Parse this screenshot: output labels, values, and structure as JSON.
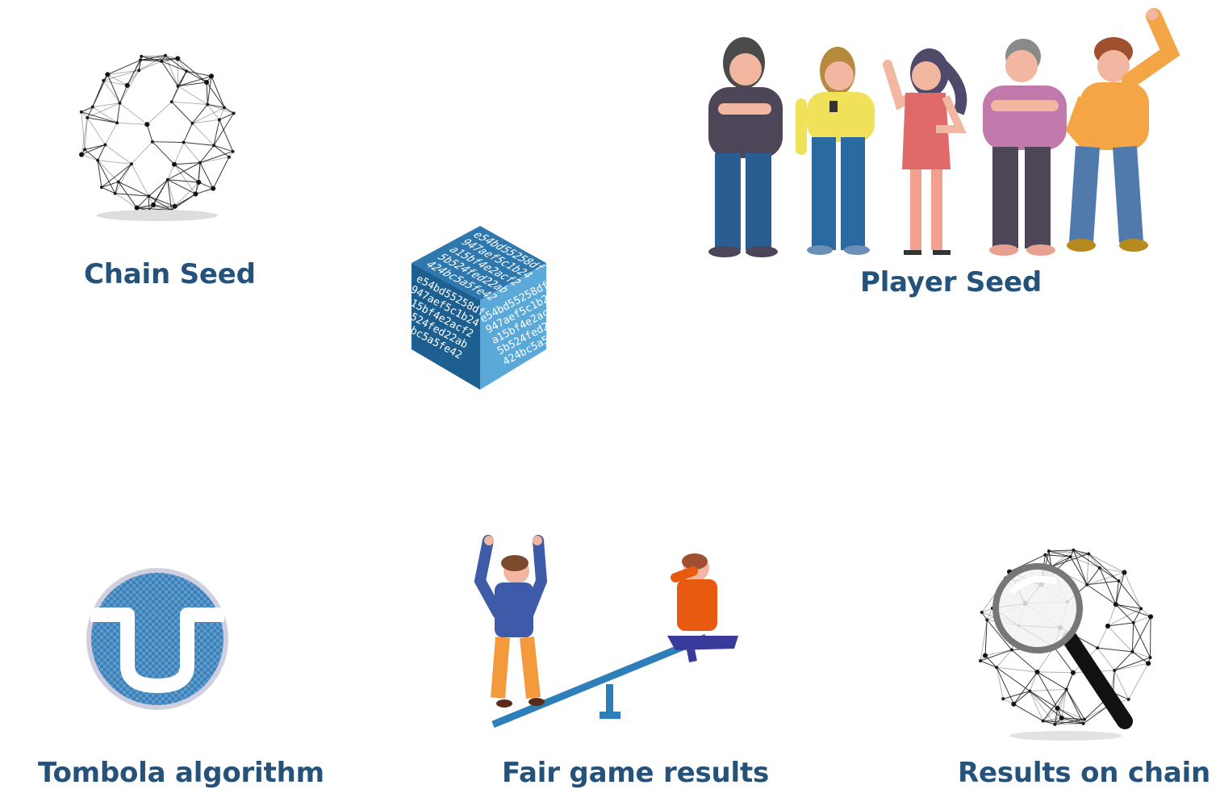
{
  "colors": {
    "label": "#24527a",
    "cube_dark": "#1e5f91",
    "cube_light": "#5aa9d9",
    "cube_top": "#2f78ad",
    "seesaw": "#2c7fb8"
  },
  "labels": {
    "chain_seed": "Chain Seed",
    "player_seed": "Player Seed",
    "tombola_algorithm": "Tombola algorithm",
    "fair_game_results": "Fair game results",
    "results_on_chain": "Results on chain"
  },
  "cube": {
    "hash_lines": [
      "e54bd55258df",
      "947aef5c1b24",
      "a15bf4e2acf2",
      "5b524fed22ab",
      "424bc5a5fe42"
    ]
  },
  "icons": {
    "chain_seed": "network-sphere-icon",
    "cube": "hash-cube-icon",
    "players": "people-group-icon",
    "tombola": "tombola-logo-icon",
    "fair": "seesaw-icon",
    "results": "magnifier-sphere-icon"
  }
}
